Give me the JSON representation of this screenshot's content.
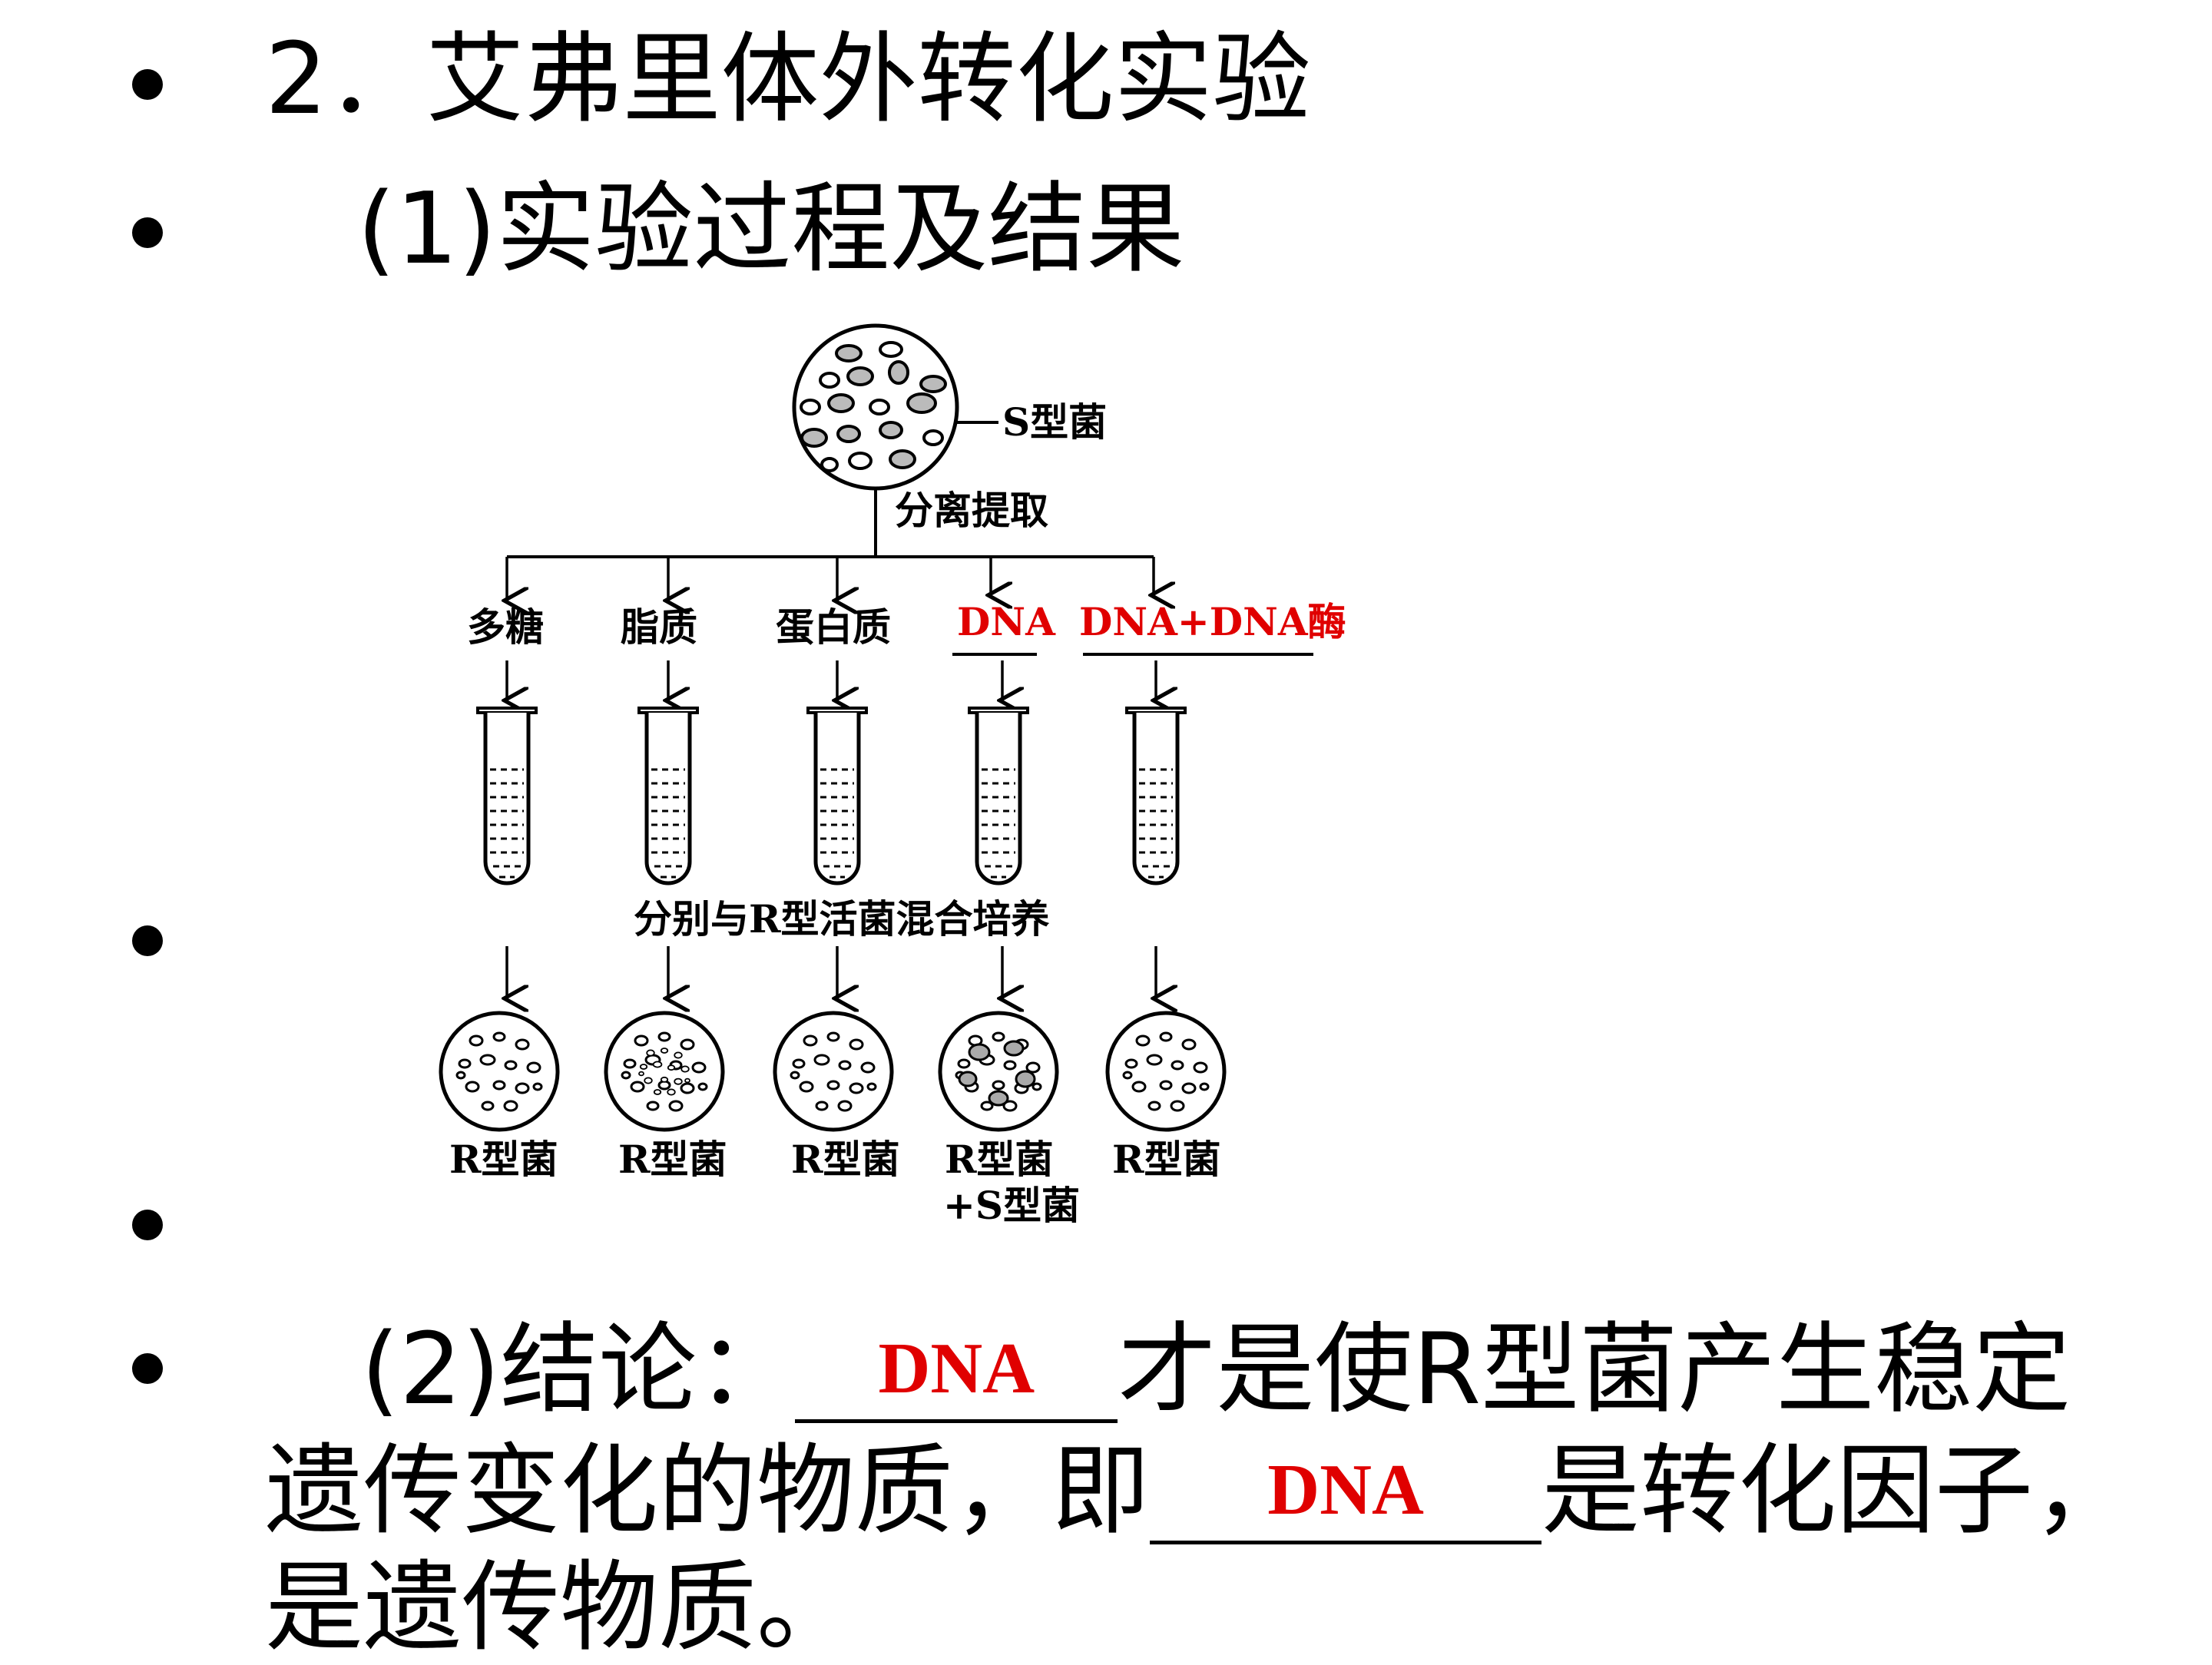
{
  "slide": {
    "heading": "2．艾弗里体外转化实验",
    "sub_heading": "(1)实验过程及结果",
    "conclusion": {
      "prefix": "(2)结论：",
      "blank1": "DNA",
      "middle1": "才是使R型菌产生稳定",
      "line2_start": "遗传变化的物质，即",
      "blank2": "DNA",
      "line2_end": "是转化因子，",
      "line3": "是遗传物质。"
    }
  },
  "diagram": {
    "source_label": "S型菌",
    "extract_label": "分离提取",
    "components": [
      "多糖",
      "脂质",
      "蛋白质",
      "DNA",
      "DNA+DNA酶"
    ],
    "mix_label": "分别与R型活菌混合培养",
    "results": [
      "R型菌",
      "R型菌",
      "R型菌",
      "R型菌",
      "R型菌"
    ],
    "result_extra": "+S型菌",
    "highlight_color": "#e00000"
  }
}
